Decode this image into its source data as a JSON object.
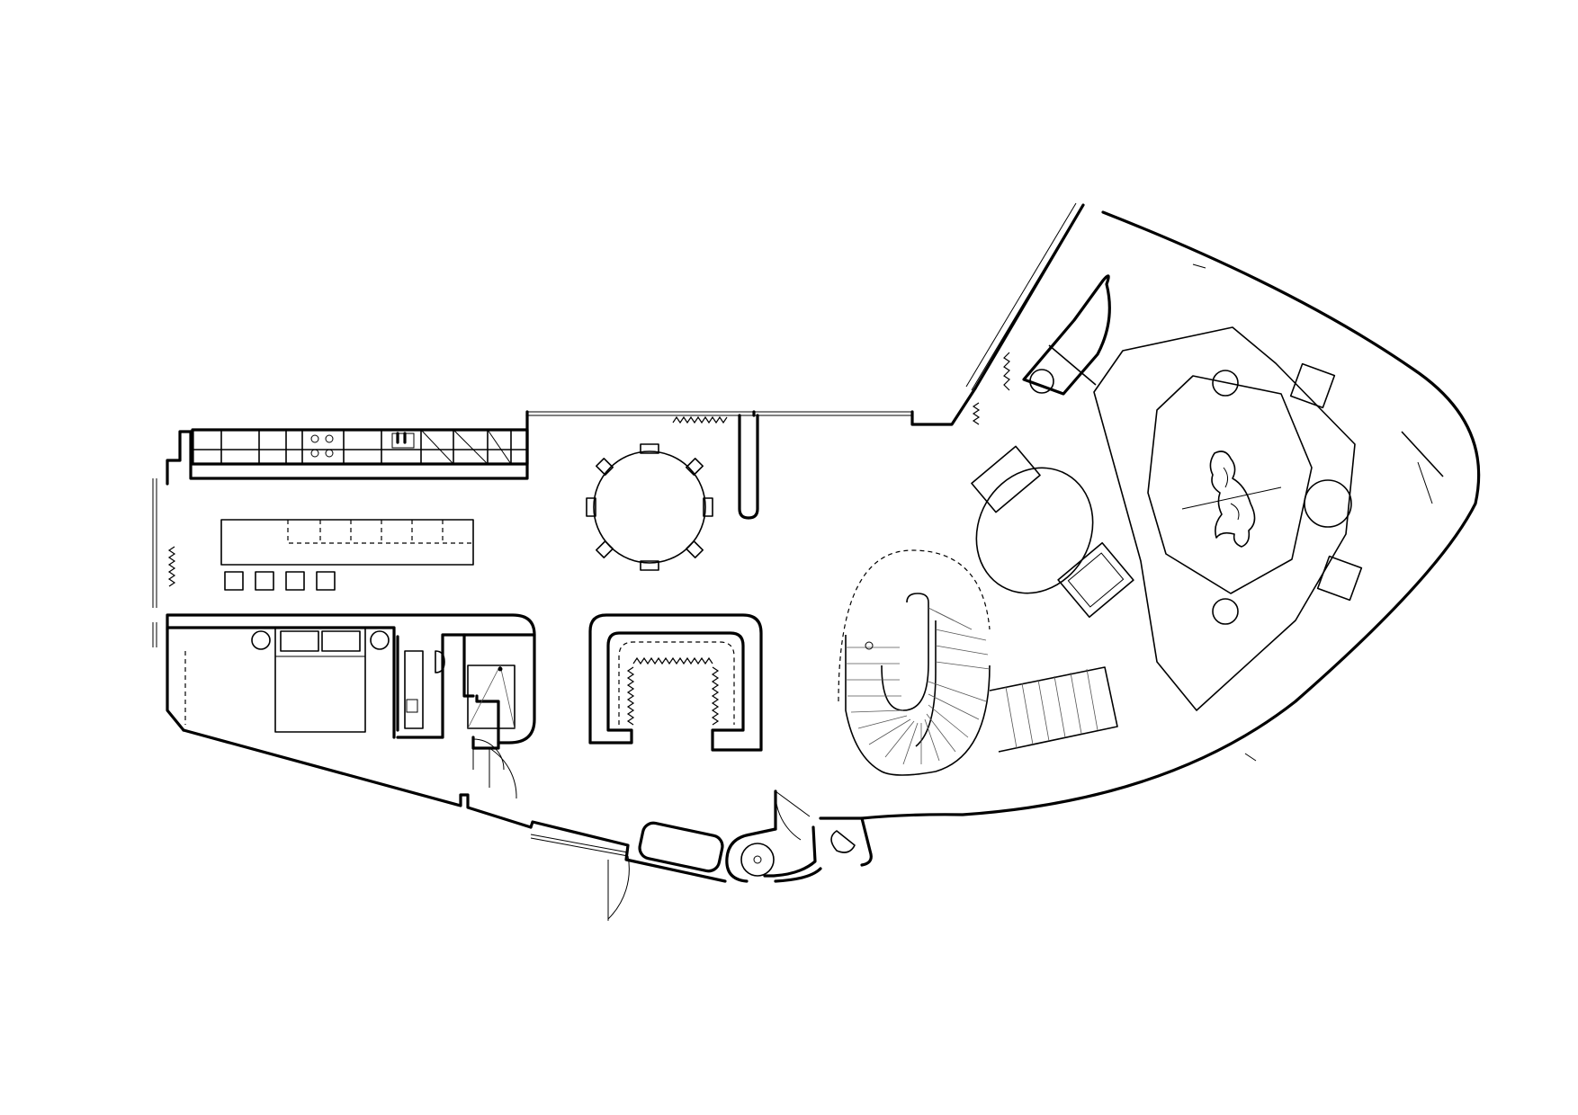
{
  "drawing": {
    "kind": "architectural floor plan",
    "rooms": [
      {
        "id": "kitchen",
        "furniture": [
          "counter-run",
          "island",
          "bar-stools"
        ]
      },
      {
        "id": "dining",
        "furniture": [
          "round-table",
          "chairs"
        ]
      },
      {
        "id": "bedroom",
        "furniture": [
          "double-bed",
          "nightstands"
        ]
      },
      {
        "id": "bathroom",
        "furniture": [
          "vanity",
          "toilet",
          "shower"
        ]
      },
      {
        "id": "lounge",
        "furniture": [
          "curved-sofa"
        ]
      },
      {
        "id": "stair",
        "furniture": [
          "spiral-stair",
          "straight-stair"
        ]
      },
      {
        "id": "living",
        "furniture": [
          "grand-piano",
          "oval-table",
          "armchairs",
          "rug",
          "sculpture",
          "side-tables"
        ]
      },
      {
        "id": "entry",
        "furniture": [
          "bench",
          "powder-room"
        ]
      }
    ],
    "colors": {
      "ink": "#000000",
      "paper": "#ffffff"
    }
  }
}
